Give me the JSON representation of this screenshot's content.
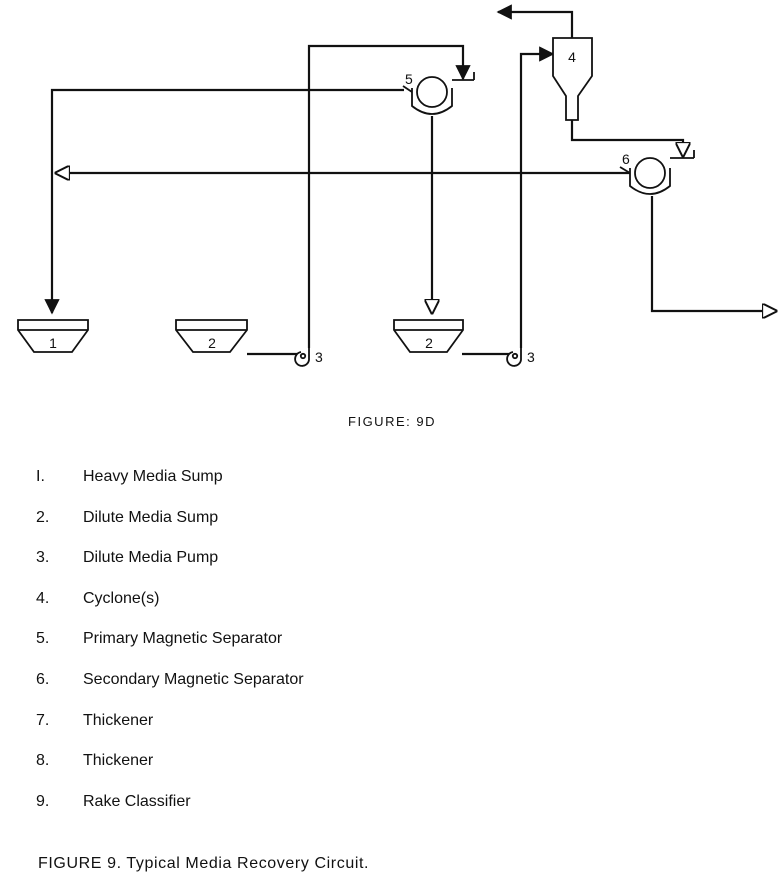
{
  "diagram": {
    "labels": {
      "heavy_media_sump": "1",
      "dilute_sump_a": "2",
      "dilute_sump_b": "2",
      "pump_a": "3",
      "pump_b": "3",
      "cyclone": "4",
      "primary_separator": "5",
      "secondary_separator": "6"
    }
  },
  "figure_label": "FIGURE: 9D",
  "legend": [
    {
      "num": "I.",
      "label": "Heavy Media Sump"
    },
    {
      "num": "2.",
      "label": "Dilute Media Sump"
    },
    {
      "num": "3.",
      "label": "Dilute Media Pump"
    },
    {
      "num": "4.",
      "label": "Cyclone(s)"
    },
    {
      "num": "5.",
      "label": "Primary Magnetic Separator"
    },
    {
      "num": "6.",
      "label": "Secondary Magnetic Separator"
    },
    {
      "num": "7.",
      "label": "Thickener"
    },
    {
      "num": "8.",
      "label": "Thickener"
    },
    {
      "num": "9.",
      "label": "Rake Classifier"
    }
  ],
  "caption": "FIGURE 9. Typical Media Recovery Circuit."
}
